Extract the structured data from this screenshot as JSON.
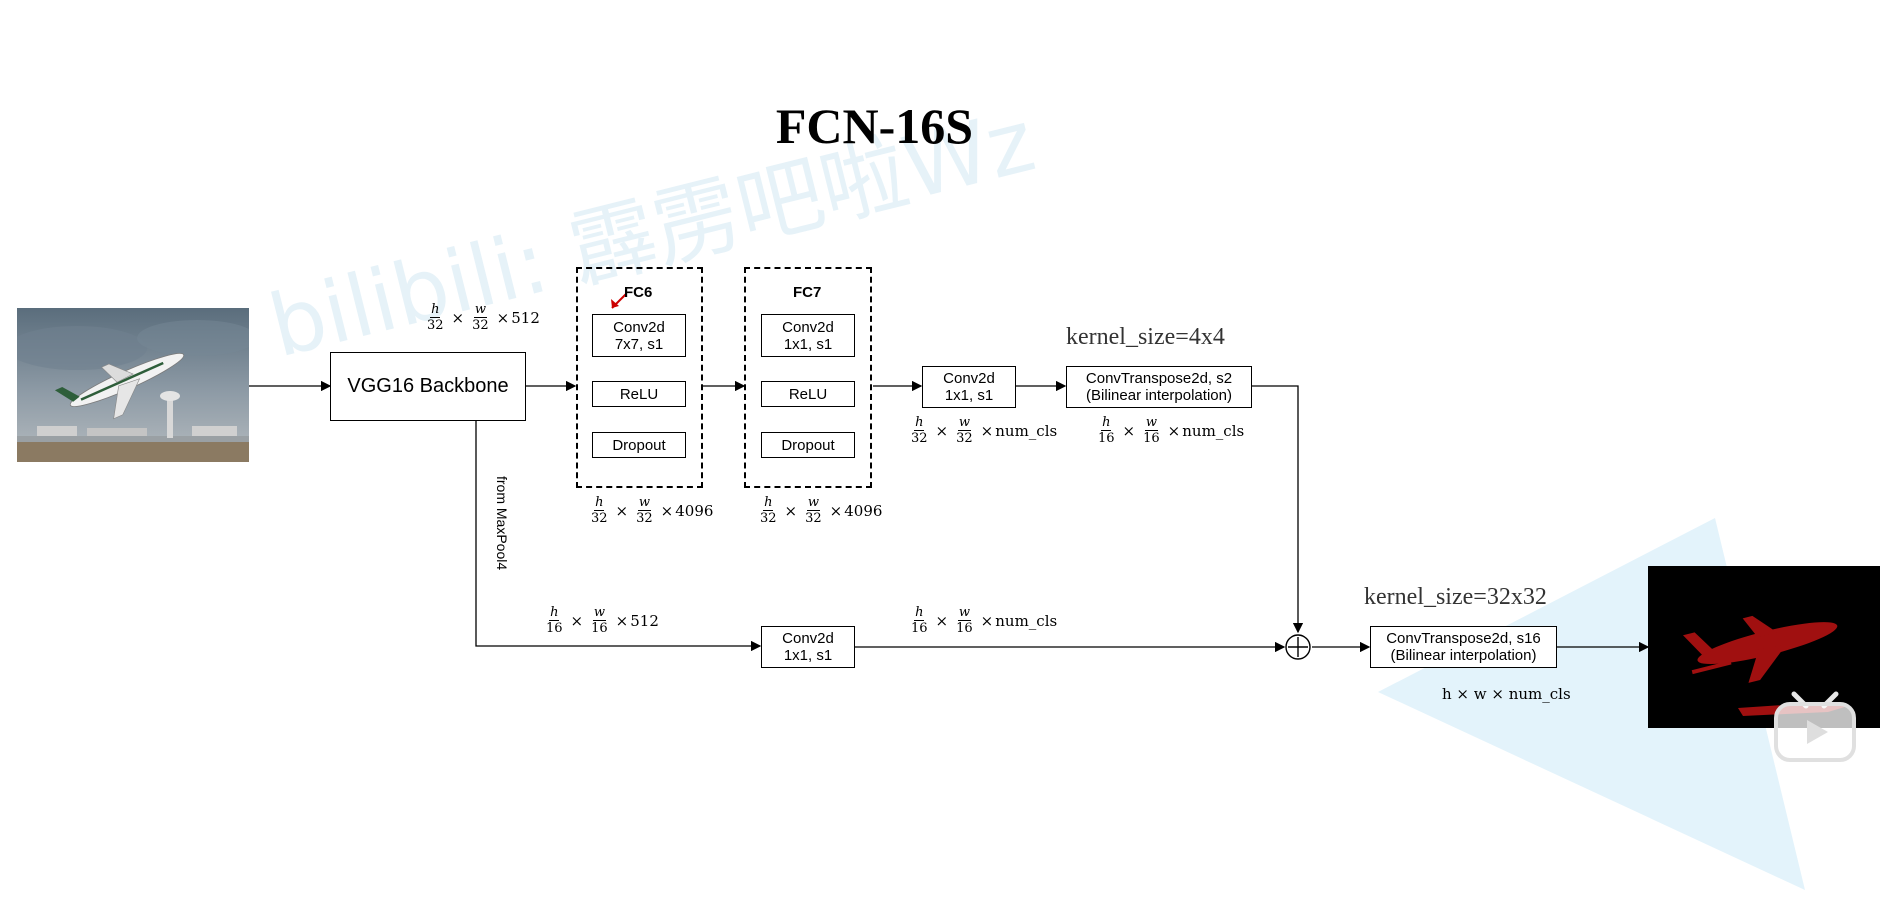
{
  "title": "FCN-16S",
  "watermark": "bilibili: 霹雳吧啦Wz",
  "colors": {
    "accent_triangle": "#e3f3fb",
    "segment": "#a01010",
    "mask_bg": "#000000"
  },
  "blocks": {
    "backbone": "VGG16 Backbone",
    "fc6": {
      "title": "FC6",
      "conv_line1": "Conv2d",
      "conv_line2": "7x7, s1",
      "relu": "ReLU",
      "dropout": "Dropout"
    },
    "fc7": {
      "title": "FC7",
      "conv_line1": "Conv2d",
      "conv_line2": "1x1, s1",
      "relu": "ReLU",
      "dropout": "Dropout"
    },
    "conv_score": {
      "line1": "Conv2d",
      "line2": "1x1, s1"
    },
    "conv_pool4": {
      "line1": "Conv2d",
      "line2": "1x1, s1"
    },
    "deconv_s2": {
      "line1": "ConvTranspose2d, s2",
      "line2": "(Bilinear interpolation)"
    },
    "deconv_s16": {
      "line1": "ConvTranspose2d, s16",
      "line2": "(Bilinear interpolation)"
    }
  },
  "kernel_labels": {
    "k4": "kernel_size=4x4",
    "k32": "kernel_size=32x32"
  },
  "side_label": "from MaxPool4",
  "sym": {
    "times": "×",
    "plus": "⊕"
  },
  "dims": {
    "backbone_out": {
      "h": "h",
      "hd": "32",
      "w": "w",
      "wd": "32",
      "c": "512"
    },
    "fc6_out": {
      "h": "h",
      "hd": "32",
      "w": "w",
      "wd": "32",
      "c": "4096"
    },
    "fc7_out": {
      "h": "h",
      "hd": "32",
      "w": "w",
      "wd": "32",
      "c": "4096"
    },
    "score_out": {
      "h": "h",
      "hd": "32",
      "w": "w",
      "wd": "32",
      "c": "num_cls"
    },
    "deconv2_out": {
      "h": "h",
      "hd": "16",
      "w": "w",
      "wd": "16",
      "c": "num_cls"
    },
    "pool4_out": {
      "h": "h",
      "hd": "16",
      "w": "w",
      "wd": "16",
      "c": "512"
    },
    "pool4_score_out": {
      "h": "h",
      "hd": "16",
      "w": "w",
      "wd": "16",
      "c": "num_cls"
    },
    "final_out": "h × w × num_cls"
  },
  "icons": {
    "input": "airplane-photo",
    "output": "segmentation-mask",
    "player": "bilibili-tv-icon"
  }
}
